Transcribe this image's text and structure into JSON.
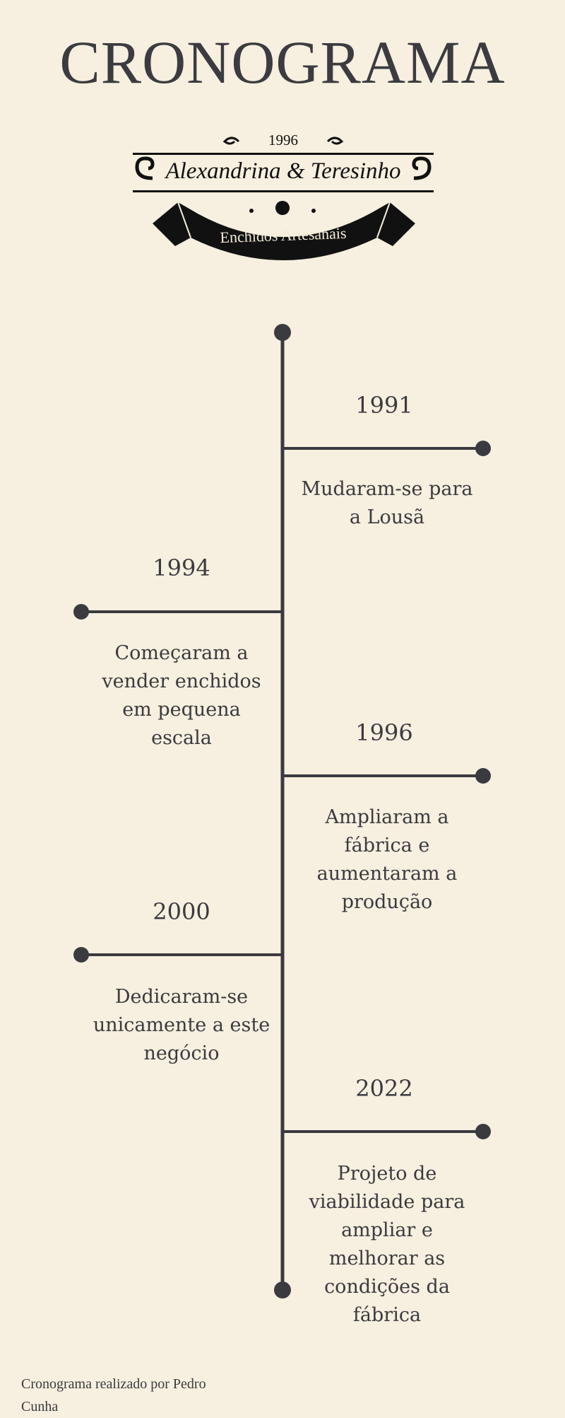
{
  "title": "CRONOGRAMA",
  "logo": {
    "year": "1996",
    "name": "Alexandrina & Teresinho",
    "subtitle": "Enchidos Artesanais"
  },
  "events": [
    {
      "year": "1991",
      "description": "Mudaram-se para a Lousã",
      "side": "right"
    },
    {
      "year": "1994",
      "description": "Começaram a vender enchidos em pequena escala",
      "side": "left"
    },
    {
      "year": "1996",
      "description": "Ampliaram a fábrica e aumentaram a produção",
      "side": "right"
    },
    {
      "year": "2000",
      "description": "Dedicaram-se unicamente a este negócio",
      "side": "left"
    },
    {
      "year": "2022",
      "description": "Projeto de viabilidade para ampliar e melhorar as condições da fábrica",
      "side": "right"
    }
  ],
  "credit": "Cronograma realizado por Pedro Cunha",
  "colors": {
    "background": "#f7efdf",
    "ink": "#3a3a3f"
  }
}
